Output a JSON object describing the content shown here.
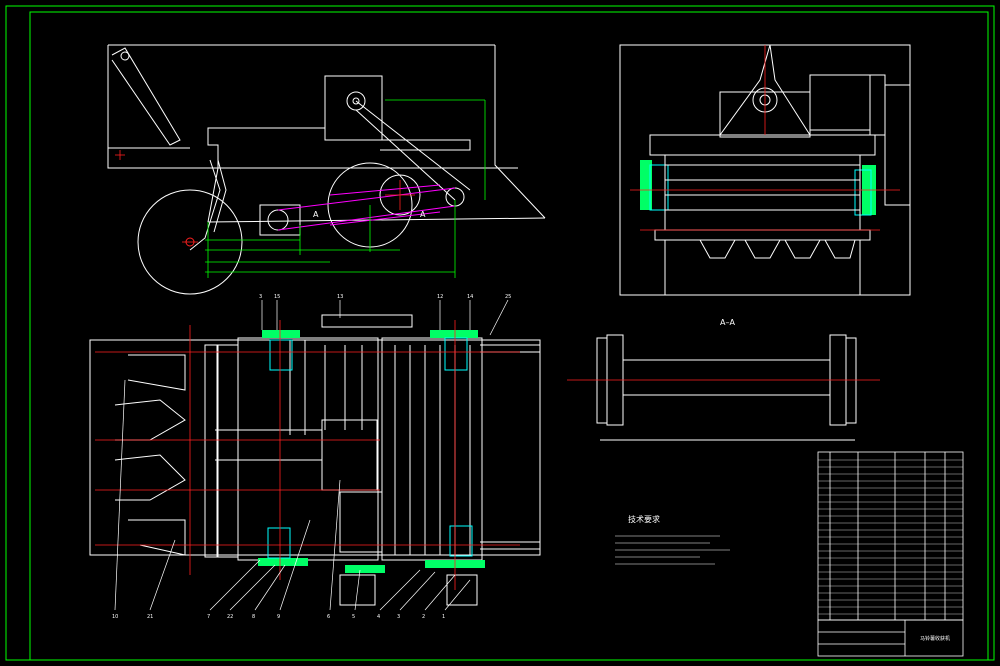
{
  "drawing": {
    "section_label": "A–A",
    "section_marks": [
      "A",
      "A"
    ],
    "notes_title": "技术要求",
    "title_block_name": "马铃薯收获机",
    "balloons_top": [
      "3",
      "15",
      "13",
      "12",
      "14",
      "25"
    ],
    "balloons_bottom": [
      "10",
      "21",
      "7",
      "22",
      "8",
      "9",
      "6",
      "5",
      "4",
      "3",
      "2",
      "1"
    ],
    "colors": {
      "background": "#000000",
      "border": "#00ff00",
      "outline": "#ffffff",
      "centerline": "#ff2020",
      "dimension": "#00ff00",
      "belt": "#ff00ff",
      "hatch": "#00ff66",
      "fastener": "#00ffff",
      "accent": "#ffff00"
    }
  }
}
